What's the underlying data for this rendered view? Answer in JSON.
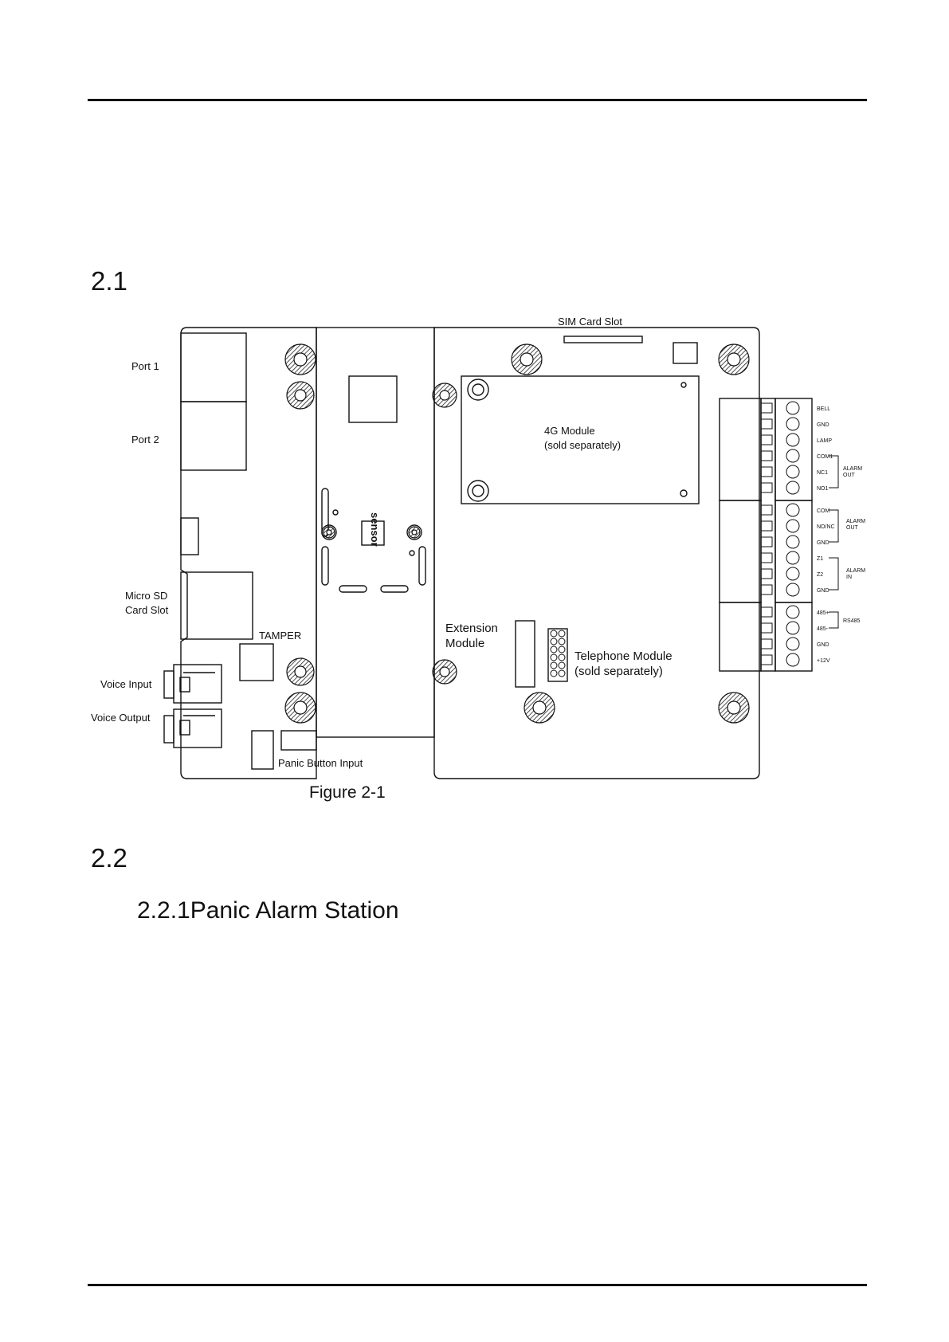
{
  "section_2_1": {
    "number": "2.1"
  },
  "section_2_2": {
    "number": "2.2"
  },
  "subsection_2_2_1": {
    "title": "2.2.1Panic Alarm Station"
  },
  "figure": {
    "caption": "Figure 2-1",
    "labels": {
      "sim_card_slot": "SIM Card Slot",
      "port1": "Port 1",
      "port2": "Port 2",
      "microsd_line1": "Micro SD",
      "microsd_line2": "Card Slot",
      "tamper": "TAMPER",
      "voice_input": "Voice Input",
      "voice_output": "Voice Output",
      "panic_button_input": "Panic Button Input",
      "module_4g_line1": "4G Module",
      "module_4g_line2": "(sold separately)",
      "sensor": "sensor",
      "extension_line1": "Extension",
      "extension_line2": "Module",
      "telephone_line1": "Telephone Module",
      "telephone_line2": "(sold separately)"
    },
    "terminals": {
      "block1": [
        "BELL",
        "GND",
        "LAMP",
        "COM1",
        "NC1",
        "NO1"
      ],
      "block1_group": [
        "ALARM",
        "OUT"
      ],
      "block2": [
        "COM",
        "NO/NC",
        "GND",
        "Z1",
        "Z2",
        "GND"
      ],
      "block2_group_a": [
        "ALARM",
        "OUT"
      ],
      "block2_group_b": [
        "ALARM",
        "IN"
      ],
      "block3": [
        "485+",
        "485-",
        "GND",
        "+12V"
      ],
      "block3_group": "RS485"
    }
  }
}
